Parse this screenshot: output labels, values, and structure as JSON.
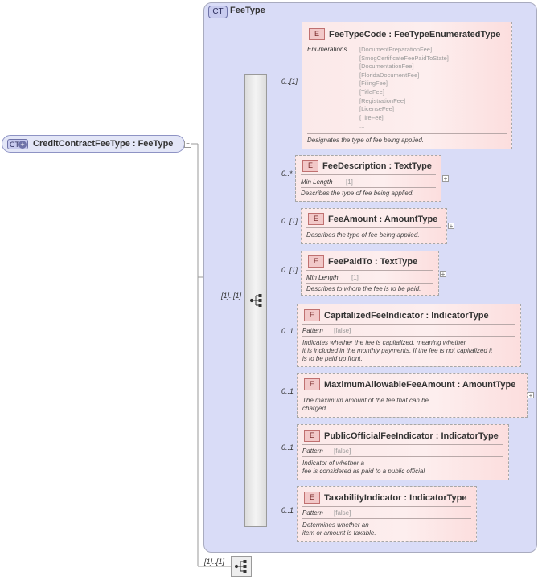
{
  "root": {
    "badge": "CT",
    "label": "CreditContractFeeType : FeeType",
    "collapse": "−"
  },
  "container": {
    "badge": "CT",
    "title": "FeeType"
  },
  "sequence": {
    "occurrence": "[1]..[1]",
    "bottom_occurrence": "[1]..[1]"
  },
  "elements": [
    {
      "badge": "E",
      "name": "FeeTypeCode",
      "type": "FeeTypeEnumeratedType",
      "occurrence": "0..[1]",
      "facet_label": "Enumerations",
      "enumerations": [
        "[DocumentPreparationFee]",
        "[SmogCertificateFeePaidToState]",
        "[DocumentationFee]",
        "[FloridaDocumentFee]",
        "[FilingFee]",
        "[TitleFee]",
        "[RegistrationFee]",
        "[LicenseFee]",
        "[TireFee]",
        "..."
      ],
      "description": "Designates the type of fee being applied."
    },
    {
      "badge": "E",
      "name": "FeeDescription",
      "type": "TextType",
      "occurrence": "0..*",
      "facet_label": "Min Length",
      "facet_value": "[1]",
      "description": "Describes the type of fee being applied.",
      "expander": "+"
    },
    {
      "badge": "E",
      "name": "FeeAmount",
      "type": "AmountType",
      "occurrence": "0..[1]",
      "description": "Describes the type of fee being applied.",
      "expander": "+"
    },
    {
      "badge": "E",
      "name": "FeePaidTo",
      "type": "TextType",
      "occurrence": "0..[1]",
      "facet_label": "Min Length",
      "facet_value": "[1]",
      "description": "Describes to whom the fee is to be paid.",
      "expander": "+"
    },
    {
      "badge": "E",
      "name": "CapitalizedFeeIndicator",
      "type": "IndicatorType",
      "occurrence": "0..1",
      "facet_label": "Pattern",
      "facet_value": "[false]",
      "description_lines": [
        "Indicates whether the fee is capitalized, meaning whether",
        "it is included in the monthly payments. If the fee is not capitalized it",
        "is to be paid up front."
      ]
    },
    {
      "badge": "E",
      "name": "MaximumAllowableFeeAmount",
      "type": "AmountType",
      "occurrence": "0..1",
      "description_lines": [
        "The maximum amount of the fee that can be",
        "charged."
      ],
      "expander": "+"
    },
    {
      "badge": "E",
      "name": "PublicOfficialFeeIndicator",
      "type": "IndicatorType",
      "occurrence": "0..1",
      "facet_label": "Pattern",
      "facet_value": "[false]",
      "description_lines": [
        "Indicator of whether a",
        "fee is considered as paid to a public official"
      ]
    },
    {
      "badge": "E",
      "name": "TaxabilityIndicator",
      "type": "IndicatorType",
      "occurrence": "0..1",
      "facet_label": "Pattern",
      "facet_value": "[false]",
      "description_lines": [
        "Determines whether an",
        "item or amount is taxable."
      ]
    }
  ]
}
